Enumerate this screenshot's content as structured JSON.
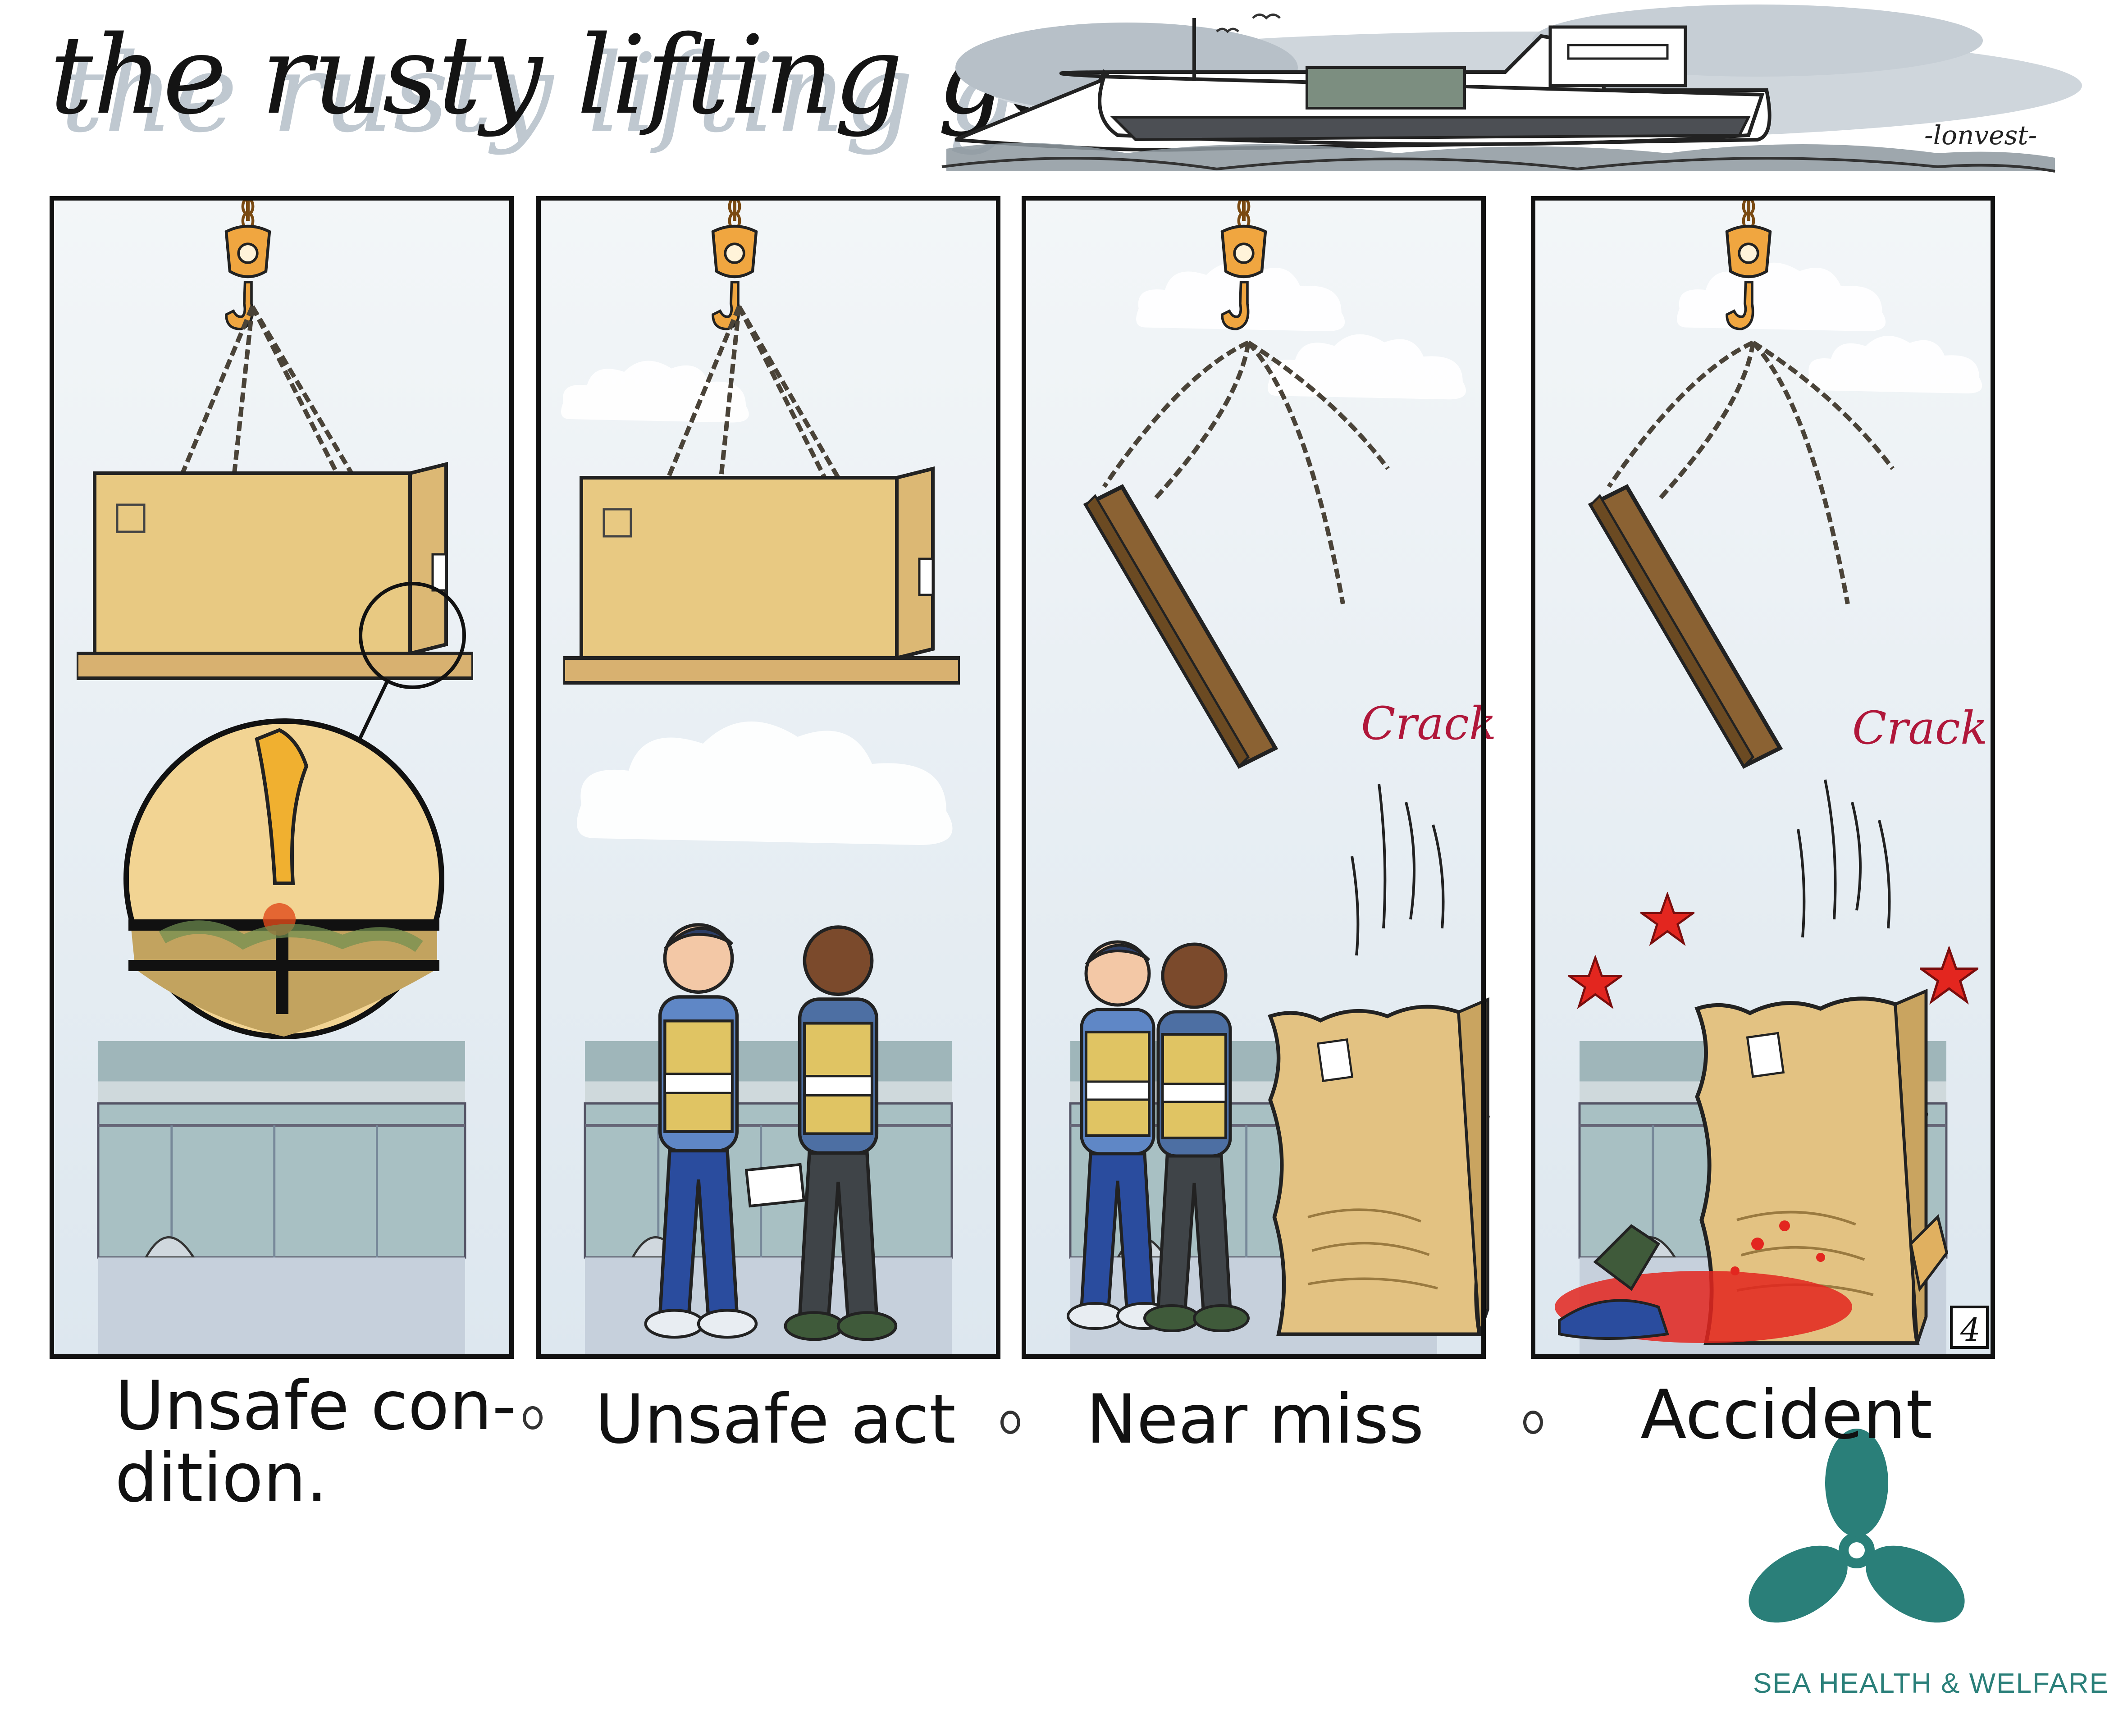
{
  "title": "the rusty lifting gear",
  "signature": "-lonvest-",
  "panels": [
    {
      "caption_line1": "Unsafe con-",
      "caption_line2": "dition."
    },
    {
      "caption_line1": "Unsafe act"
    },
    {
      "caption_line1": "Near miss",
      "sound": "Crack"
    },
    {
      "caption_line1": "Accident",
      "sound": "Crack",
      "page_number": "4"
    }
  ],
  "brand": {
    "name": "SEA HEALTH & WELFARE",
    "logo_icon": "propeller-icon",
    "color": "#2a7f79"
  },
  "colors": {
    "cargo": "#e8c982",
    "hook": "#f0a640",
    "sky": "#e3ecf3",
    "sound": "#b0173a",
    "blood": "#e3261f"
  }
}
